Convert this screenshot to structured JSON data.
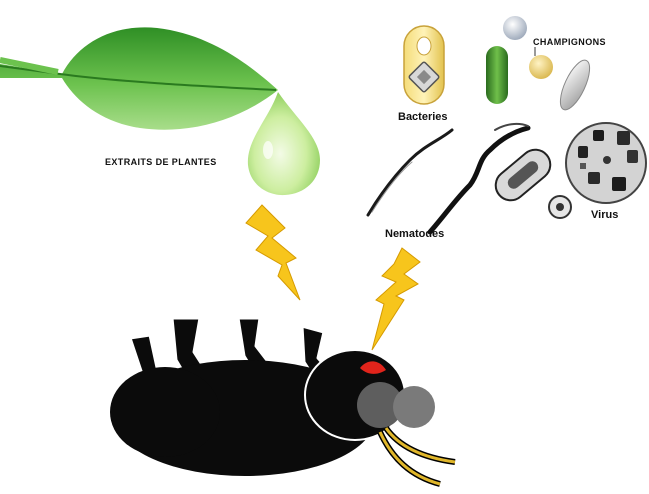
{
  "labels": {
    "plant_extracts": "EXTRAITS DE PLANTES",
    "fungi": "CHAMPIGNONS",
    "bacteria": "Bacteries",
    "nematodes": "Nematodes",
    "virus": "Virus"
  },
  "icons": {
    "leaf": "leaf-icon",
    "drop": "water-drop-icon",
    "lightning": "lightning-bolt-icon",
    "insect": "dead-insect-icon"
  },
  "colors": {
    "leaf_green": "#3c9e2e",
    "leaf_light": "#8ed46e",
    "drop_green": "#c9ec9a",
    "bolt_yellow": "#f7c51c",
    "insect_black": "#0b0b0b",
    "eye_gray": "#6a6a6a",
    "antenna_yellow": "#e0b62a",
    "accent_red": "#e1241b"
  }
}
